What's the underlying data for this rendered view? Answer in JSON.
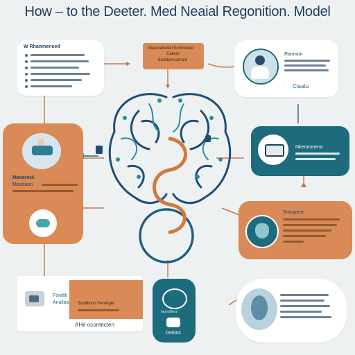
{
  "title": "How – to the Deeter. Med Neaial Regonition.  Model",
  "cards": {
    "top_left": {
      "heading": "W Rhanmenced"
    },
    "top_center": {
      "line1": "Mesmanered fremmeted",
      "line2": "Caleso",
      "line3": "Enddumsomarn"
    },
    "top_right": {
      "heading": "Ranmon",
      "footer": "Claatu"
    },
    "left_mid": {
      "heading": "Masoroul",
      "sub": "Moorlaon"
    },
    "right_mid": {
      "heading": "Nkemmneno"
    },
    "right_lower": {
      "heading": "Sniogerur"
    },
    "bottom_left": {
      "line1": "Fonditl",
      "line2": "Anallaal",
      "line3": "Sooldloon Hamnger",
      "footer": "AHe ocontecten"
    },
    "bottom_center": {
      "line1": "Inpooblest",
      "line2": "Delons"
    },
    "bottom_right": {}
  },
  "colors": {
    "orange": "#d98a56",
    "teal": "#1e6b7e",
    "navy": "#1f3e5e",
    "background": "#eef1f2"
  }
}
